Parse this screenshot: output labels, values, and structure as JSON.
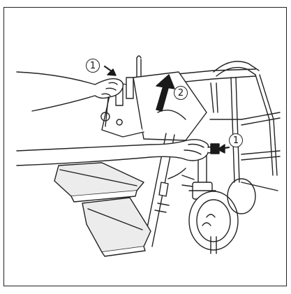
{
  "figure": {
    "description_label": "",
    "callouts": {
      "release_left": "1",
      "lift": "2",
      "release_right": "1"
    },
    "colors": {
      "line": "#222222",
      "background": "#ffffff",
      "shade": "#e6e6e6",
      "dark": "#1a1a1a"
    }
  }
}
